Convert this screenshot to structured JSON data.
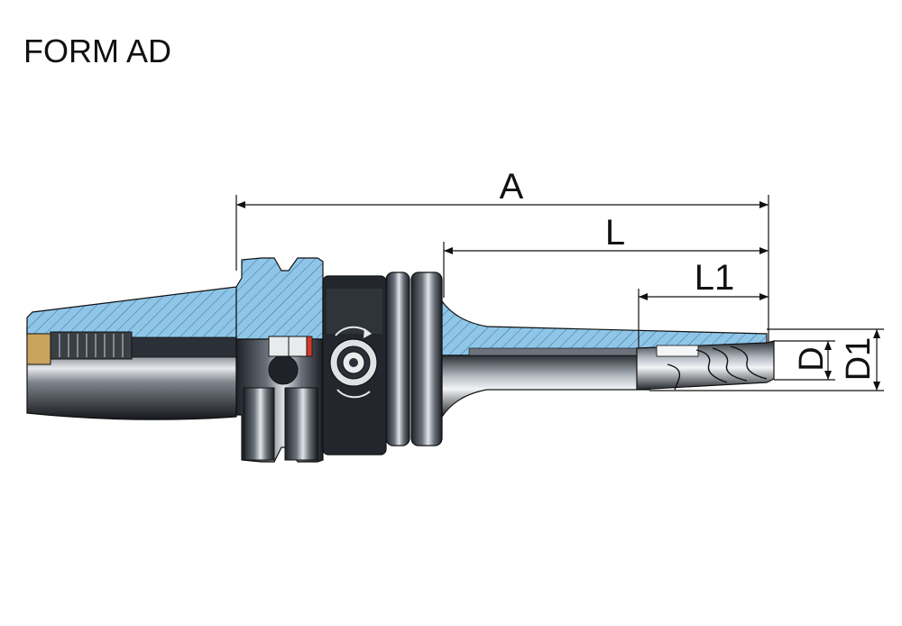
{
  "title": "FORM AD",
  "dimensions": {
    "a": "A",
    "l": "L",
    "l1": "L1",
    "d": "D",
    "d1": "D1"
  },
  "colors": {
    "section_blue": "#8fc6e8",
    "body_dark": "#2b3038",
    "body_mid": "#6d737c",
    "body_light": "#d8dce0",
    "line": "#111111"
  }
}
